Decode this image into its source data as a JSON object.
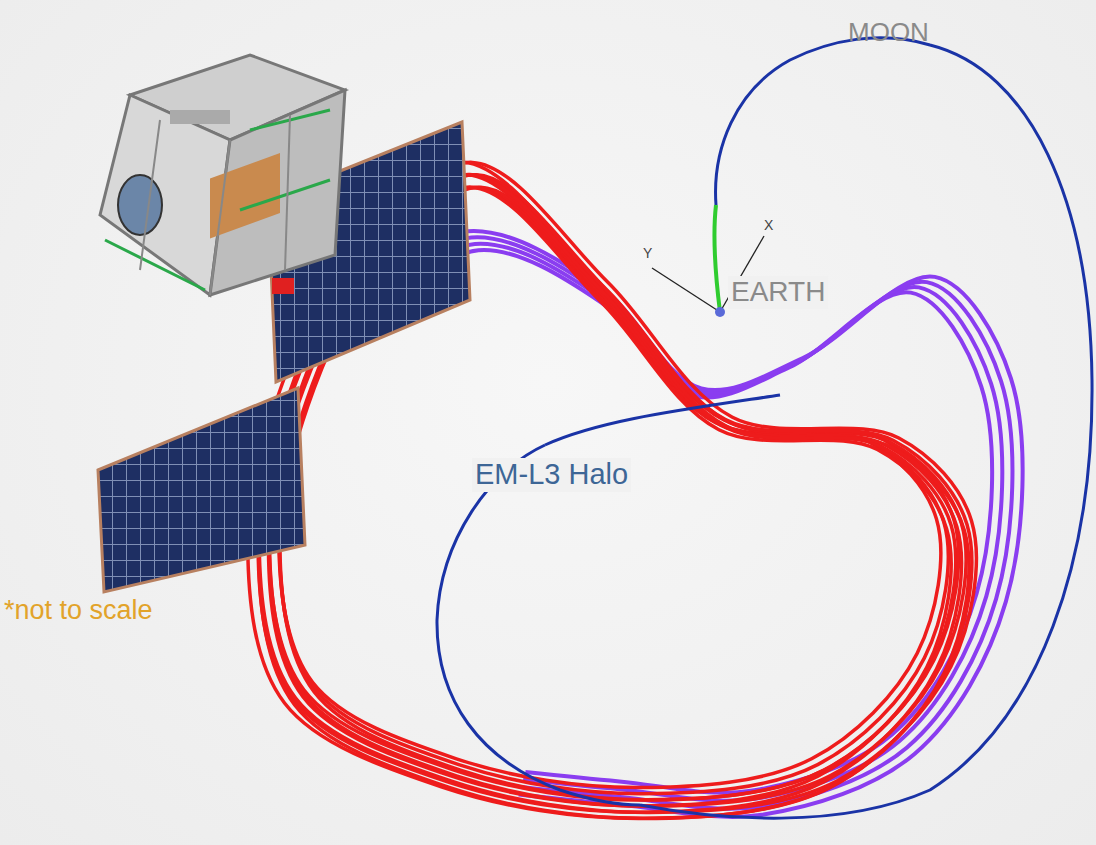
{
  "diagram": {
    "labels": [
      "MOON",
      "Y",
      "X",
      "EARTH",
      "EM-L3 Halo",
      "*not to scale"
    ]
  }
}
